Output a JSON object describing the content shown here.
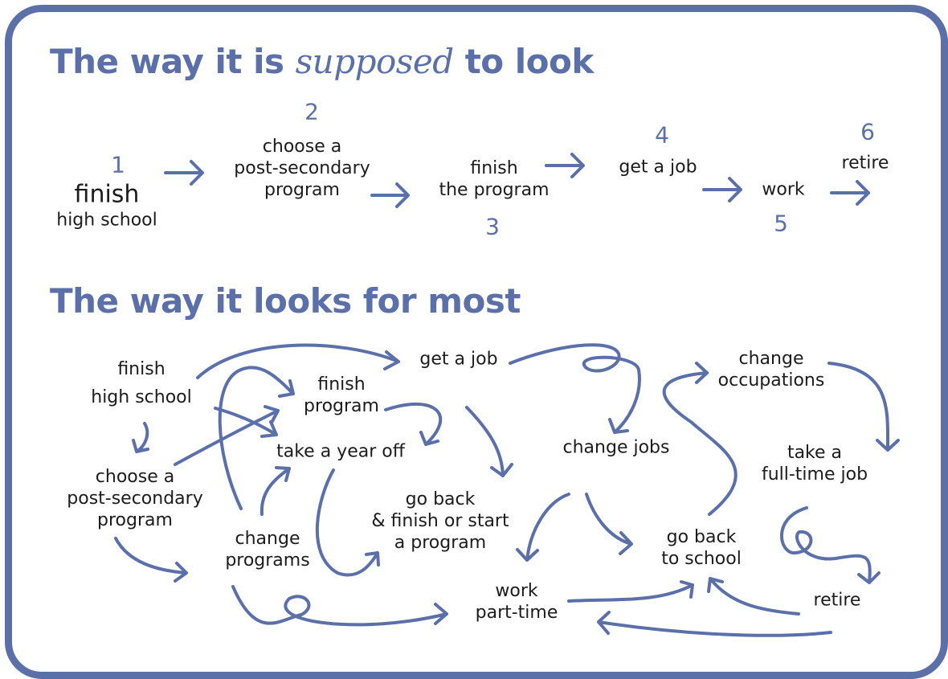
{
  "colors": {
    "accent": "#5b6fa8",
    "text": "#1c1c1c",
    "background": "#ffffff"
  },
  "supposed": {
    "title_part1": "The way it is",
    "title_emphasis": "supposed",
    "title_part2": "to look",
    "steps": [
      {
        "num": "1",
        "line1": "finish",
        "line2": "high school"
      },
      {
        "num": "2",
        "line1": "choose a",
        "line2": "post-secondary",
        "line3": "program"
      },
      {
        "num": "3",
        "line1": "finish",
        "line2": "the program"
      },
      {
        "num": "4",
        "line1": "get a job"
      },
      {
        "num": "5",
        "line1": "work"
      },
      {
        "num": "6",
        "line1": "retire"
      }
    ]
  },
  "most": {
    "title": "The way it looks for most",
    "nodes": {
      "finish_high_school": [
        "finish",
        "high school"
      ],
      "finish_program": [
        "finish",
        "program"
      ],
      "get_a_job": [
        "get a job"
      ],
      "change_occupations": [
        "change",
        "occupations"
      ],
      "take_a_year_off": [
        "take a year off"
      ],
      "change_jobs": [
        "change jobs"
      ],
      "choose_program": [
        "choose a",
        "post-secondary",
        "program"
      ],
      "take_full_time_job": [
        "take a",
        "full-time job"
      ],
      "go_back_finish": [
        "go back",
        "& finish or start",
        "a program"
      ],
      "change_programs": [
        "change",
        "programs"
      ],
      "go_back_to_school": [
        "go back",
        "to school"
      ],
      "work_part_time": [
        "work",
        "part-time"
      ],
      "retire": [
        "retire"
      ]
    }
  }
}
